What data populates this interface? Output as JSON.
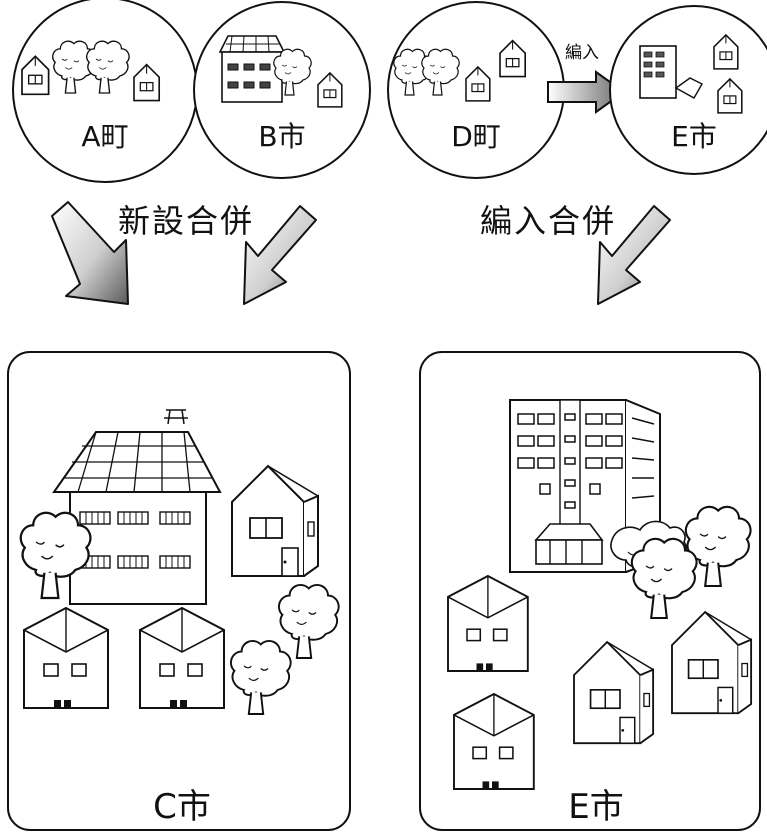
{
  "merger_new": {
    "title": "新設合併",
    "towns": [
      "A町",
      "B市"
    ],
    "result": "C市"
  },
  "merger_absorb": {
    "title": "編入合併",
    "arrow_label": "編入",
    "towns": [
      "D町",
      "E市"
    ],
    "result": "E市"
  }
}
